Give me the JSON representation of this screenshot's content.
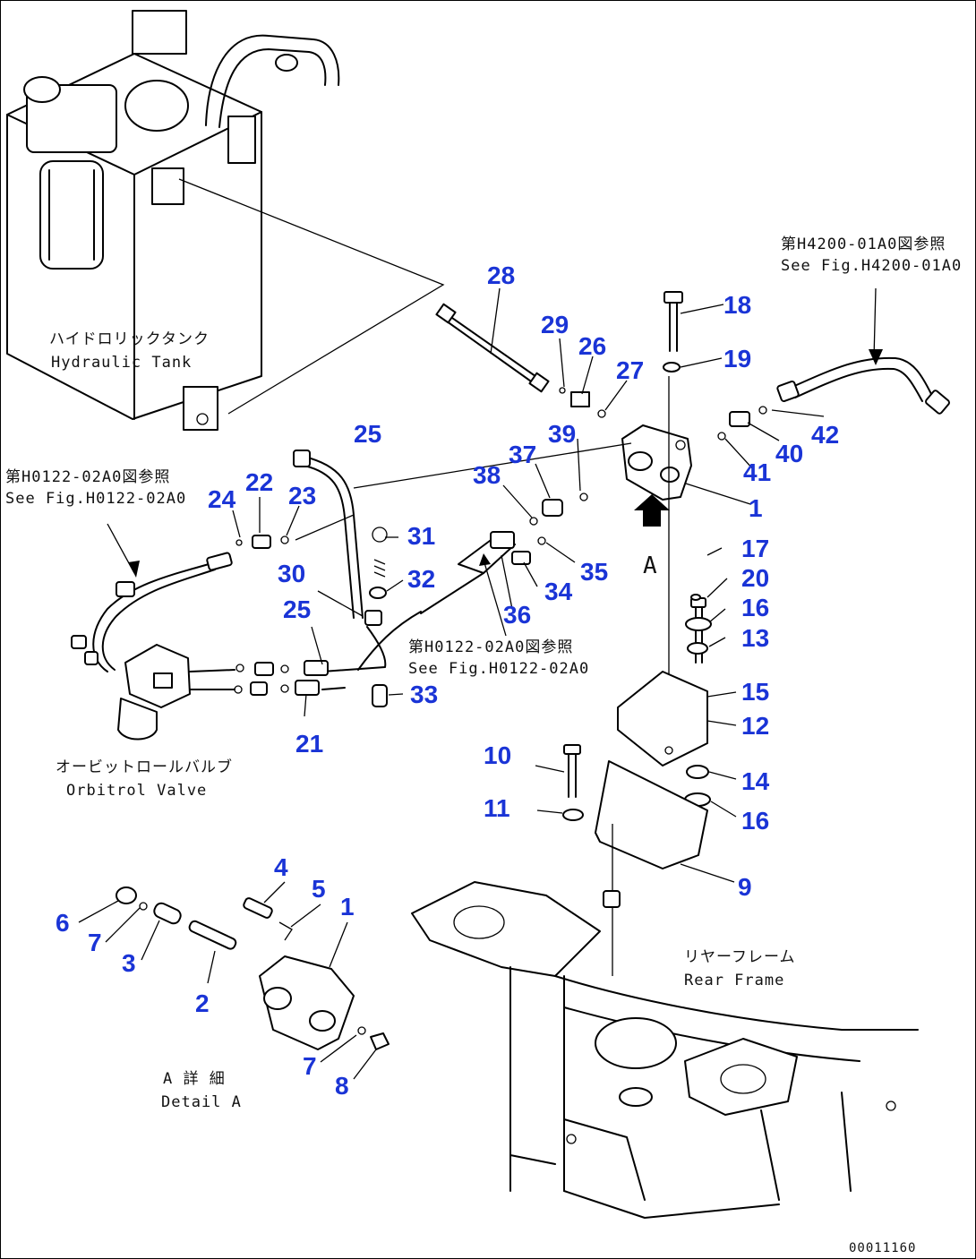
{
  "labels": {
    "hydraulic_tank_jp": "ハイドロリックタンク",
    "hydraulic_tank_en": "Hydraulic Tank",
    "ref_left_jp": "第H0122-02A0図参照",
    "ref_left_en": "See Fig.H0122-02A0",
    "ref_mid_jp": "第H0122-02A0図参照",
    "ref_mid_en": "See Fig.H0122-02A0",
    "ref_right_jp": "第H4200-01A0図参照",
    "ref_right_en": "See Fig.H4200-01A0",
    "orbitrol_jp": "オービットロールバルブ",
    "orbitrol_en": "Orbitrol Valve",
    "detail_jp": "A 詳 細",
    "detail_en": "Detail A",
    "rear_frame_jp": "リヤーフレーム",
    "rear_frame_en": "Rear Frame",
    "view_a": "A",
    "drawing_code": "00011160"
  },
  "callouts": [
    "1",
    "1",
    "2",
    "3",
    "4",
    "5",
    "6",
    "7",
    "7",
    "8",
    "9",
    "10",
    "11",
    "12",
    "13",
    "14",
    "15",
    "16",
    "16",
    "17",
    "18",
    "19",
    "20",
    "21",
    "22",
    "23",
    "24",
    "25",
    "25",
    "26",
    "27",
    "28",
    "29",
    "30",
    "31",
    "32",
    "33",
    "34",
    "35",
    "36",
    "37",
    "38",
    "39",
    "40",
    "41",
    "42"
  ]
}
